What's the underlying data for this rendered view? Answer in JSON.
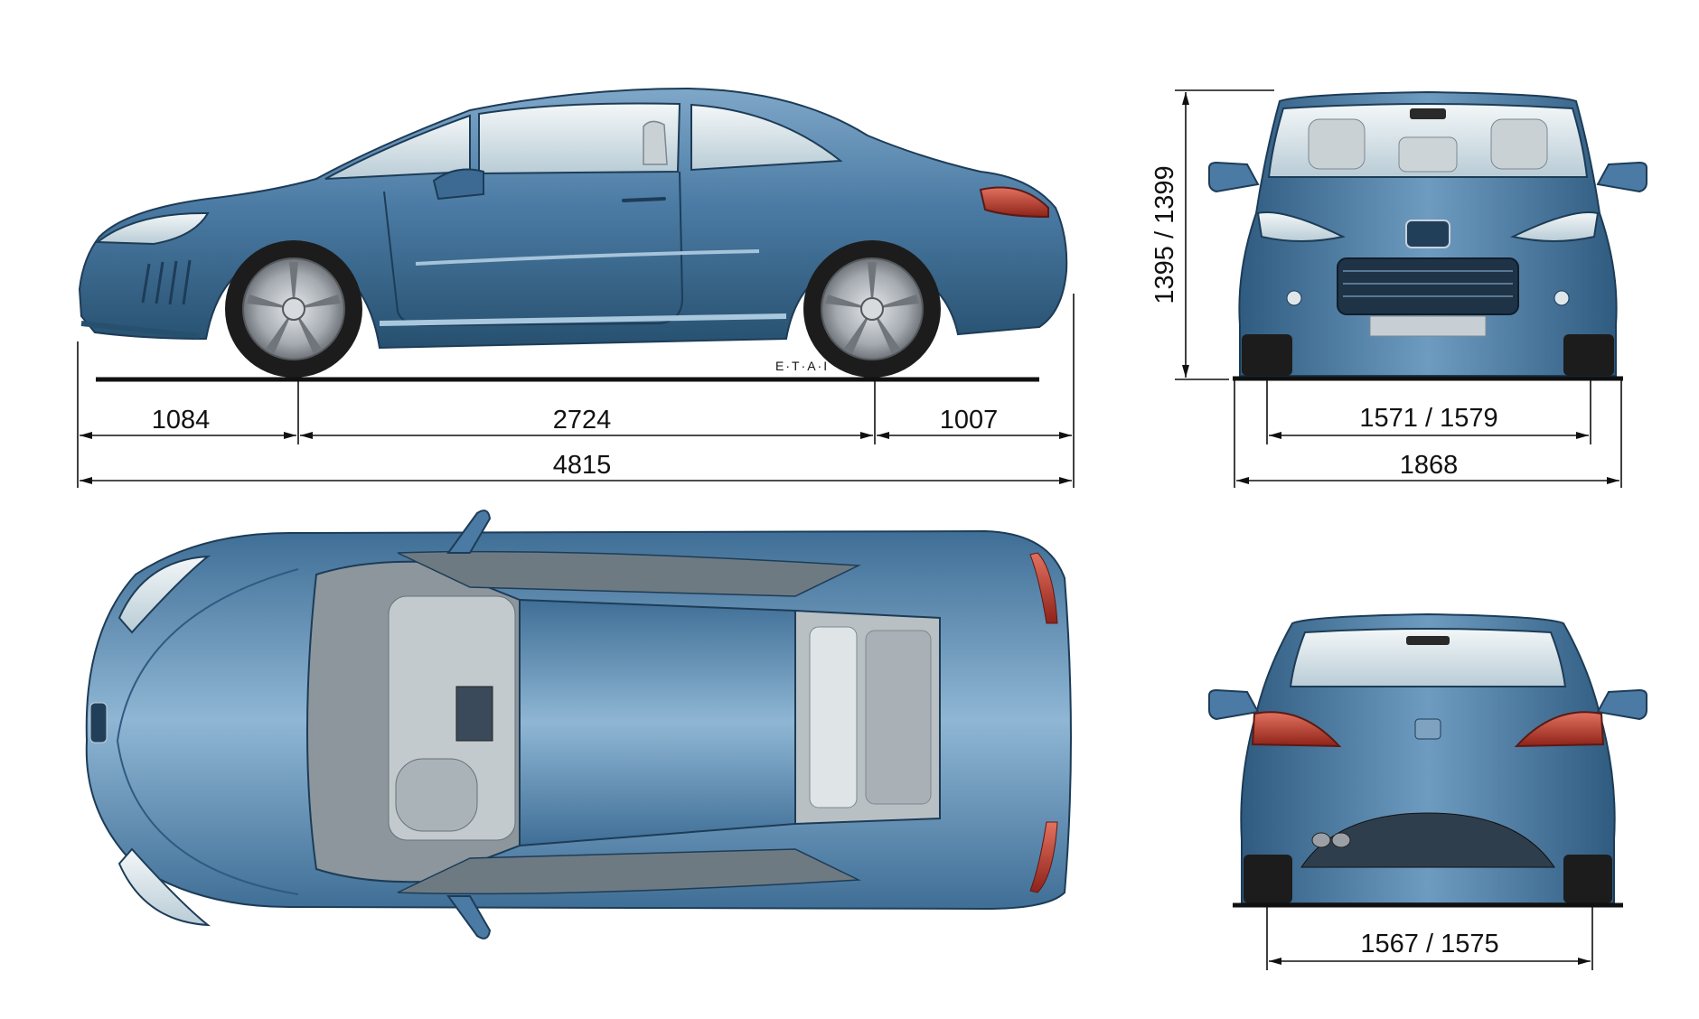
{
  "colors": {
    "body": "#4a7aa3",
    "body_light": "#8fb6d4",
    "body_dark": "#23496b",
    "glass": "#dfeaf0",
    "tyre": "#1c1c1c",
    "rim": "#b9bec3",
    "lamp_red": "#c0392b",
    "line": "#111111",
    "background": "#ffffff"
  },
  "watermark": "E·T·A·I",
  "dimensions": {
    "front_overhang": "1084",
    "wheelbase": "2724",
    "rear_overhang": "1007",
    "overall_length": "4815",
    "height": "1395 / 1399",
    "front_track": "1571 / 1579",
    "overall_width": "1868",
    "rear_track": "1567 / 1575"
  }
}
